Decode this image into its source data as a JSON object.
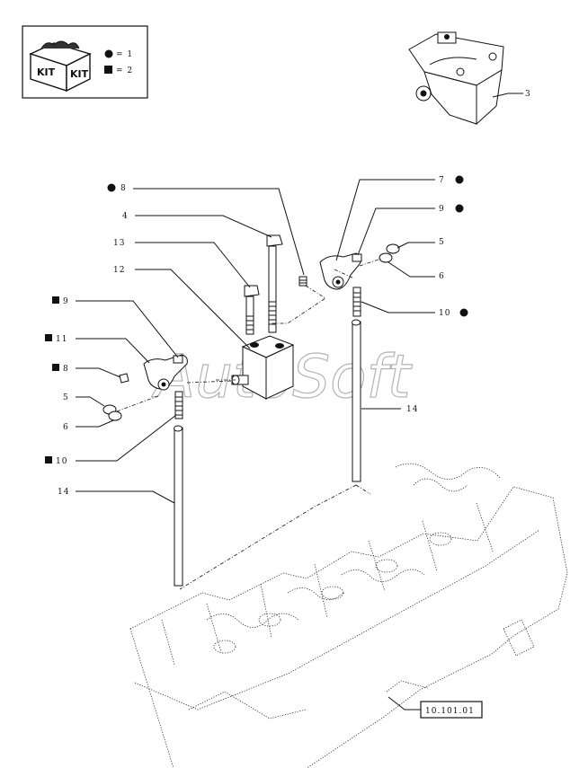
{
  "kit_legend": {
    "kit_text_1": "KIT",
    "kit_text_2": "KIT",
    "circle_kit": "= 1",
    "square_kit": "= 2"
  },
  "callouts": {
    "top_right_3": "3",
    "c_8_top": "8",
    "c_4": "4",
    "c_13": "13",
    "c_12": "12",
    "c_9_left": "9",
    "c_11": "11",
    "c_8_left": "8",
    "c_5_left": "5",
    "c_6_left": "6",
    "c_10_left": "10",
    "c_14_left": "14",
    "c_7": "7",
    "c_9_right": "9",
    "c_5_right": "5",
    "c_6_right": "6",
    "c_10_right": "10",
    "c_14_right": "14"
  },
  "reference_box": "10.101.01",
  "watermark": "AutoSoft",
  "colors": {
    "ink": "#111111",
    "watermark": "#9a9a9a",
    "paper": "#ffffff"
  }
}
